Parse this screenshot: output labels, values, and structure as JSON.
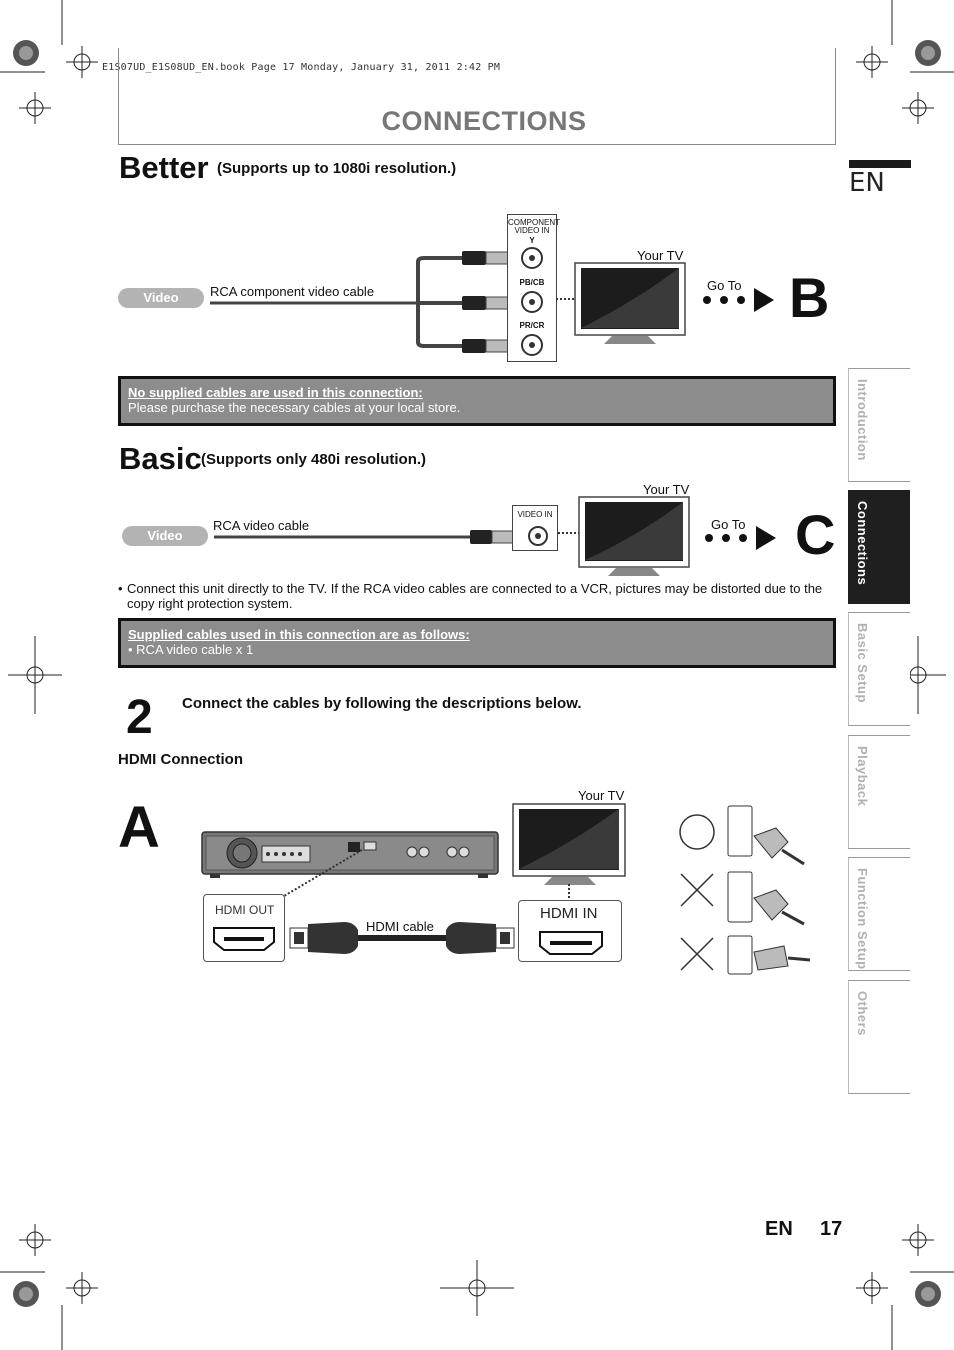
{
  "book_line": "E1S07UD_E1S08UD_EN.book  Page 17  Monday, January 31, 2011  2:42 PM",
  "section_title": "CONNECTIONS",
  "side": {
    "lang": "EN",
    "tabs": [
      "Introduction",
      "Connections",
      "Basic Setup",
      "Playback",
      "Function Setup",
      "Others"
    ],
    "active": "Connections"
  },
  "better": {
    "heading": "Better",
    "sub": "(Supports up to 1080i resolution.)",
    "pill": "Video",
    "cable_label": "RCA component video cable",
    "jack_title_1": "COMPONENT",
    "jack_title_2": "VIDEO IN",
    "jack_y": "Y",
    "jack_pb": "PB/CB",
    "jack_pr": "PR/CR",
    "your_tv": "Your TV",
    "go_to": "Go To",
    "letter": "B"
  },
  "note1": {
    "title": "No supplied cables are used in this connection:",
    "body": "Please purchase the necessary cables at your local store."
  },
  "basic": {
    "heading": "Basic",
    "sub": "(Supports only 480i resolution.)",
    "pill": "Video",
    "cable_label": "RCA video cable",
    "jack_title": "VIDEO IN",
    "your_tv": "Your TV",
    "go_to": "Go To",
    "letter": "C"
  },
  "bullet_text": "Connect this unit directly to the TV. If the RCA video cables are connected to a VCR, pictures may be distorted due to the copy right protection system.",
  "note2": {
    "title": "Supplied cables used in this connection are as follows:",
    "body": "RCA video cable x 1"
  },
  "step": {
    "number": "2",
    "text": "Connect the cables by following the descriptions below."
  },
  "hdmi": {
    "heading": "HDMI Connection",
    "letter": "A",
    "your_tv": "Your TV",
    "out_label": "HDMI OUT",
    "in_label": "HDMI IN",
    "cable_label": "HDMI cable"
  },
  "footer": {
    "lang": "EN",
    "page": "17"
  },
  "colors": {
    "note_bg": "#8c8c8c",
    "pill_bg": "#b3b3b3",
    "title_gray": "#777777",
    "tab_active": "#1f1f1f"
  }
}
